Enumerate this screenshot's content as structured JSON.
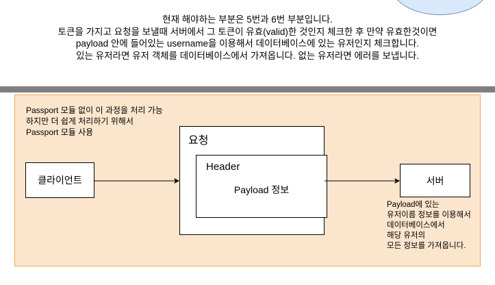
{
  "intro_lines": [
    "현재 해야하는 부분은 5번과 6번 부분입니다.",
    "토큰을 가지고 요청을 보낼때 서버에서 그 토큰이 유효(valid)한 것인지 체크한 후 만약 유효한것이면",
    "payload 안에 들어있는 username을 이용해서 데이터베이스에 있는 유저인지 체크합니다.",
    "있는 유저라면 유저 객체를 데이터베이스에서 가져옵니다. 없는 유저라면 에러를 보냅니다."
  ],
  "passport_note": [
    "Passport 모듈 없이 이 과정을 처리 가능",
    "하지만 더 쉽게 처리하기 위해서",
    "Passport 모듈 사용"
  ],
  "client_label": "클라이언트",
  "request": {
    "title": "요청",
    "header_label": "Header",
    "payload_label": "Payload 정보"
  },
  "server_label": "서버",
  "server_note": [
    "Payload에 있는",
    "유저이름 정보를 이용해서",
    "데이터베이스에서",
    "해당 유저의",
    "모든 정보를 가져옵니다."
  ],
  "colors": {
    "panel_fill": "#fbe5cd",
    "panel_border": "#f0a856",
    "circle_fill": "#dae8fc",
    "circle_border": "#6c8ebf",
    "divider": "#7f7f7f"
  }
}
